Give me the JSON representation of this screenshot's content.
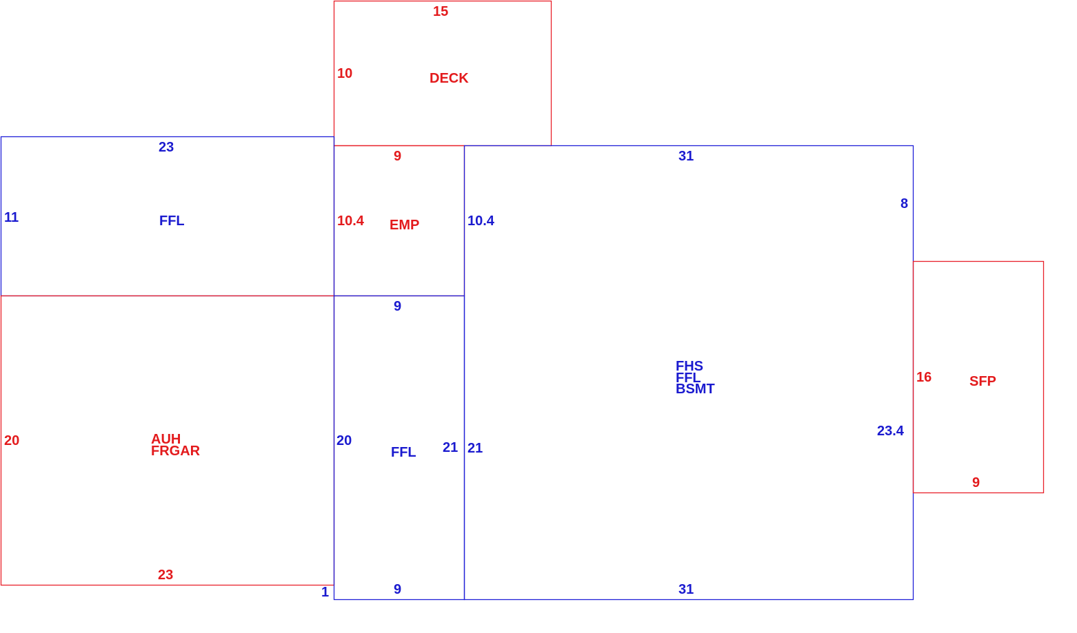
{
  "colors": {
    "red": "#e31a1c",
    "blue": "#1a1acf"
  },
  "areas": {
    "deck": {
      "labels": [
        "DECK"
      ],
      "dims": {
        "top": "15",
        "left": "10"
      }
    },
    "emp": {
      "labels": [
        "EMP"
      ],
      "dims": {
        "top": "9",
        "left": "10.4"
      }
    },
    "ffl_left": {
      "labels": [
        "FFL"
      ],
      "dims": {
        "top": "23",
        "left": "11"
      }
    },
    "frgar": {
      "labels": [
        "AUH",
        "FRGAR"
      ],
      "dims": {
        "left": "20",
        "bottom": "23"
      }
    },
    "ffl_center": {
      "labels": [
        "FFL"
      ],
      "dims": {
        "top": "9",
        "left": "20",
        "right": "21",
        "bottom": "9",
        "offset": "1"
      }
    },
    "main": {
      "labels": [
        "FHS",
        "FFL",
        "BSMT"
      ],
      "dims": {
        "top": "31",
        "left_top": "10.4",
        "left_bottom": "21",
        "right_top": "8",
        "right_bottom": "23.4",
        "bottom": "31"
      }
    },
    "sfp": {
      "labels": [
        "SFP"
      ],
      "dims": {
        "left": "16",
        "bottom": "9"
      }
    }
  }
}
